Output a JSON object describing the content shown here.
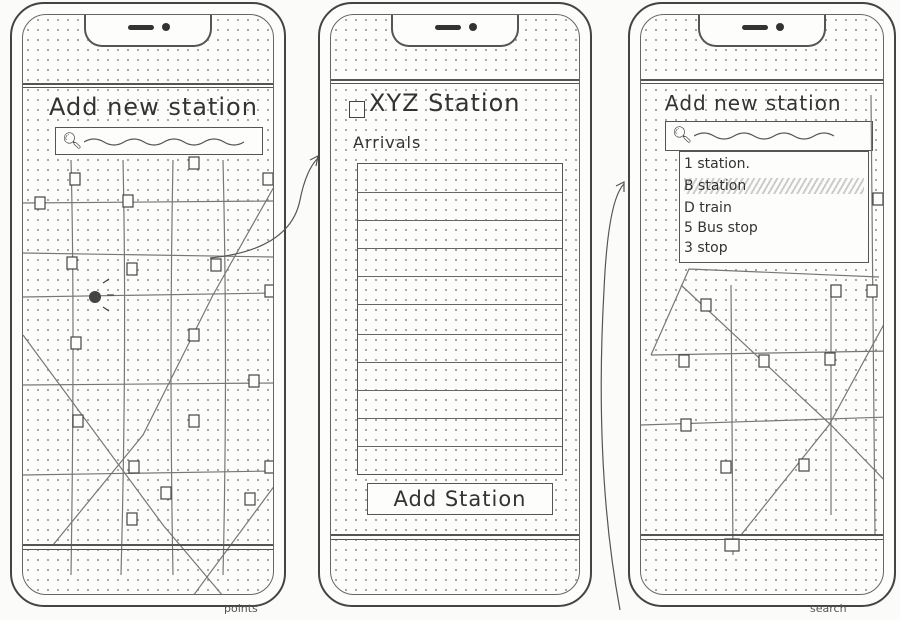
{
  "screens": {
    "map": {
      "title": "Add new station"
    },
    "detail": {
      "station_name": "XYZ Station",
      "arrivals_label": "Arrivals",
      "add_button_label": "Add Station"
    },
    "search": {
      "title": "Add new station",
      "results": [
        {
          "label": "1 station."
        },
        {
          "label": "B station"
        },
        {
          "label": "D train"
        },
        {
          "label": "5 Bus stop"
        },
        {
          "label": "3 stop"
        }
      ]
    }
  },
  "footer_notes": [
    "points",
    "search"
  ],
  "icons": {
    "search": "magnifier-icon",
    "location": "location-dot-icon",
    "transition_arrow": "curved-arrow-icon"
  }
}
